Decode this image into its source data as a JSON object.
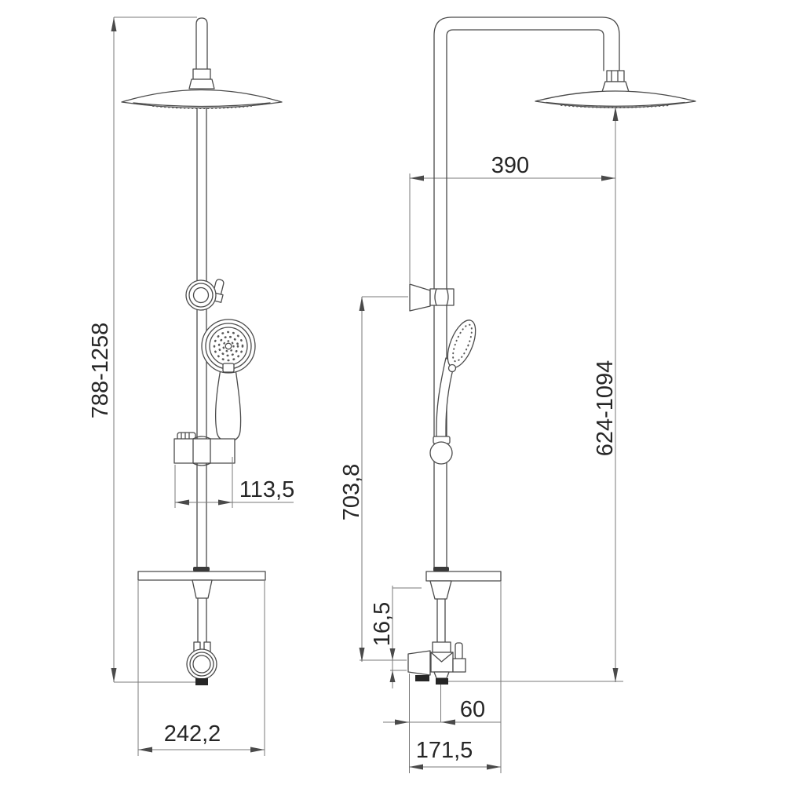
{
  "drawing": {
    "kind": "shower-system-technical-dimension-drawing",
    "views": {
      "front_label": "front-view",
      "side_label": "side-view"
    },
    "style": {
      "background": "#ffffff",
      "product_line_color": "#4a4a4a",
      "dimension_line_color": "#7a7a7a",
      "text_color": "#262626"
    },
    "dims": {
      "front_height": "788-1258",
      "front_slider_offset": "113,5",
      "front_base_width": "242,2",
      "side_head_reach": "390",
      "side_bracket_height": "703,8",
      "side_inlet_offset": "16,5",
      "side_head_height": "624-1094",
      "side_outlet_offset": "60",
      "side_base_depth": "171,5"
    }
  }
}
